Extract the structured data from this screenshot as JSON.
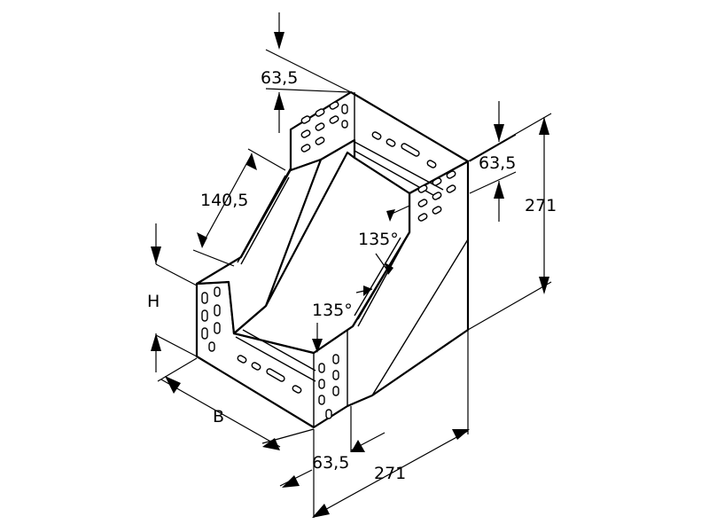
{
  "dimensions": {
    "top_flange": "63,5",
    "right_flange": "63,5",
    "bottom_flange": "63,5",
    "height_right": "271",
    "width_bottom": "271",
    "slope_length": "140,5",
    "side_height": "H",
    "base_width": "B",
    "angle_upper": "135°",
    "angle_lower": "135°"
  }
}
